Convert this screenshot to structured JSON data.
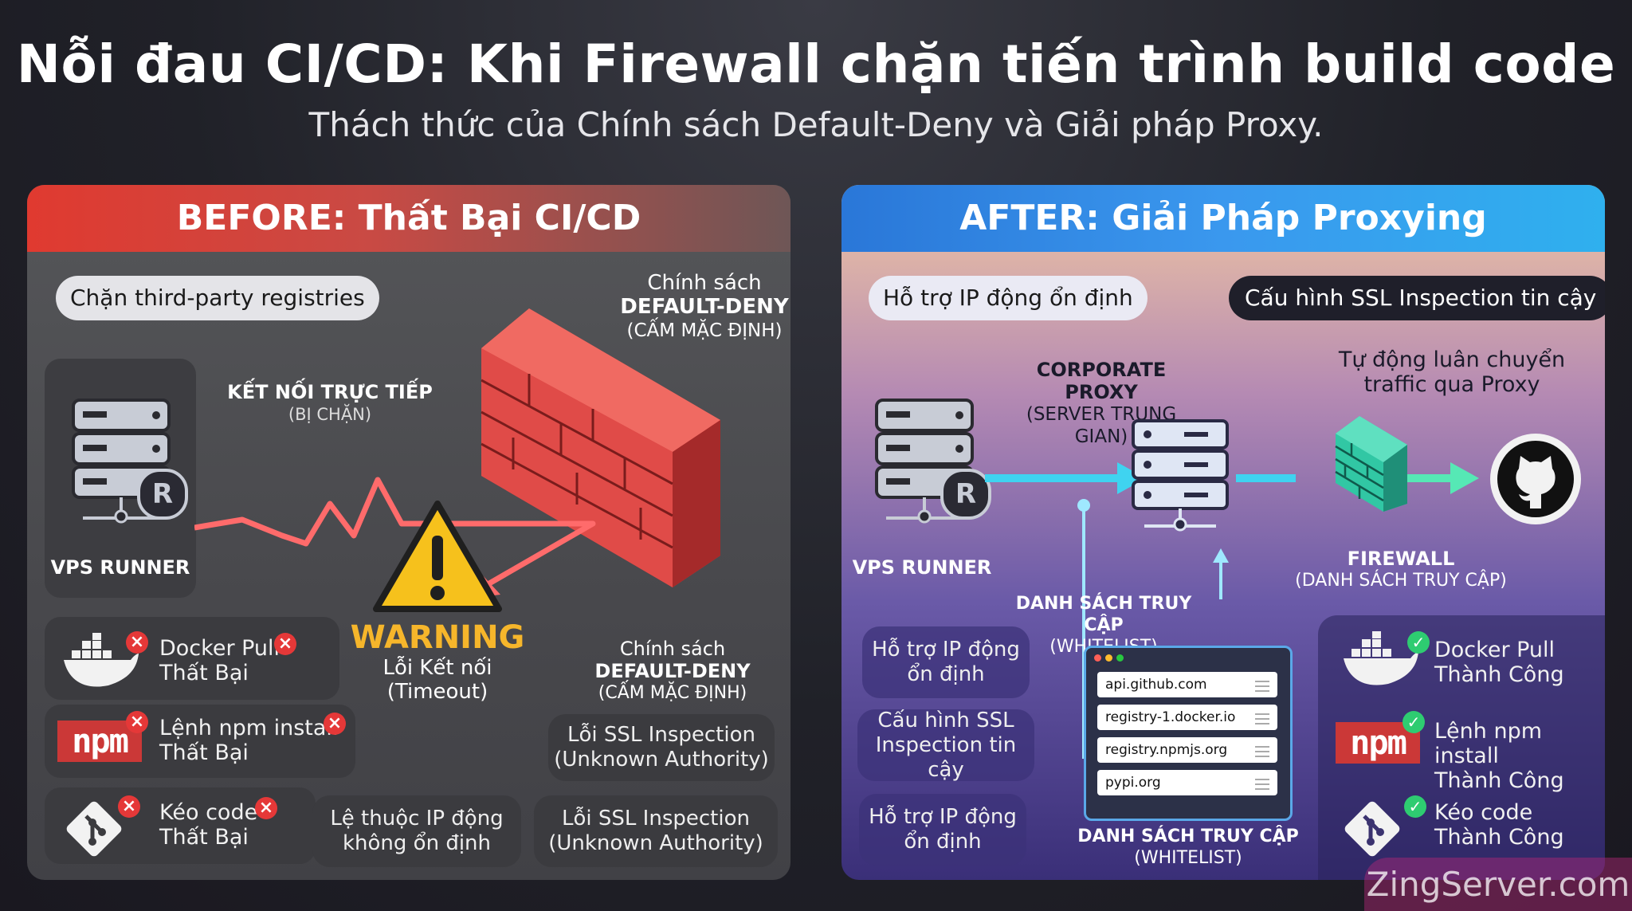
{
  "header": {
    "title": "Nỗi đau CI/CD: Khi Firewall chặn tiến trình build code",
    "subtitle": "Thách thức của Chính sách Default-Deny và Giải pháp Proxy."
  },
  "before": {
    "heading": "BEFORE: Thất Bại CI/CD",
    "tag": "Chặn third-party registries",
    "policy_top": {
      "line1": "Chính sách",
      "line2": "DEFAULT-DENY",
      "line3": "(CẤM MẶC ĐỊNH)"
    },
    "connection": {
      "line1": "KẾT NỐI TRỰC TIẾP",
      "line2": "(BỊ CHẶN)"
    },
    "runner_label": "VPS RUNNER",
    "warning": {
      "title": "WARNING",
      "line1": "Lỗi Kết nối",
      "line2": "(Timeout)"
    },
    "policy_bottom": {
      "line1": "Chính sách",
      "line2": "DEFAULT-DENY",
      "line3": "(CẤM MẶC ĐỊNH)"
    },
    "items": [
      {
        "line1": "Docker Pull",
        "line2": "Thất Bại"
      },
      {
        "line1": "Lệnh npm install",
        "line2": "Thất Bại"
      },
      {
        "line1": "Kéo code",
        "line2": "Thất Bại"
      }
    ],
    "npm_logo": "npm",
    "cards": [
      {
        "line1": "Lệ thuộc IP động",
        "line2": "không ổn định"
      },
      {
        "line1": "Lỗi SSL Inspection",
        "line2": "(Unknown Authority)"
      },
      {
        "line1": "Lỗi SSL Inspection",
        "line2": "(Unknown Authority)"
      }
    ]
  },
  "after": {
    "heading": "AFTER: Giải Pháp Proxying",
    "tag_left": "Hỗ trợ IP động ổn định",
    "tag_right": "Cấu hình SSL Inspection tin cậy",
    "proxy": {
      "line1": "CORPORATE PROXY",
      "line2": "(SERVER TRUNG GIAN)"
    },
    "auto_route": {
      "line1": "Tự động luân chuyển",
      "line2": "traffic qua Proxy"
    },
    "runner_label": "VPS RUNNER",
    "firewall": {
      "line1": "FIREWALL",
      "line2": "(DANH SÁCH TRUY CẬP)"
    },
    "whitelist_top": {
      "line1": "DANH SÁCH TRUY CẬP",
      "line2": "(WHITELIST)"
    },
    "whitelist_bottom": {
      "line1": "DANH SÁCH TRUY CẬP",
      "line2": "(WHITELIST)"
    },
    "whitelist_entries": [
      "api.github.com",
      "registry-1.docker.io",
      "registry.npmjs.org",
      "pypi.org"
    ],
    "cards": [
      {
        "line1": "Hỗ trợ IP động",
        "line2": "ổn định"
      },
      {
        "line1": "Cấu hình SSL",
        "line2": "Inspection tin cậy"
      },
      {
        "line1": "Hỗ trợ IP động",
        "line2": "ổn định"
      }
    ],
    "items": [
      {
        "line1": "Docker Pull",
        "line2": "Thành Công"
      },
      {
        "line1": "Lệnh npm install",
        "line2": "Thành Công"
      },
      {
        "line1": "Kéo code",
        "line2": "Thành Công"
      }
    ],
    "npm_logo": "npm"
  },
  "watermark": "ZingServer.com",
  "icons": [
    "server-icon",
    "registry-r-icon",
    "brick-wall-icon",
    "warning-icon",
    "docker-icon",
    "git-icon",
    "github-icon",
    "firewall-icon",
    "x-icon",
    "check-icon"
  ],
  "colors": {
    "fail": "#e53838",
    "success": "#2ecc71",
    "accent_blue": "#3a98ee",
    "wall_red": "#d94040",
    "arrow_cyan": "#3fd3f0"
  }
}
